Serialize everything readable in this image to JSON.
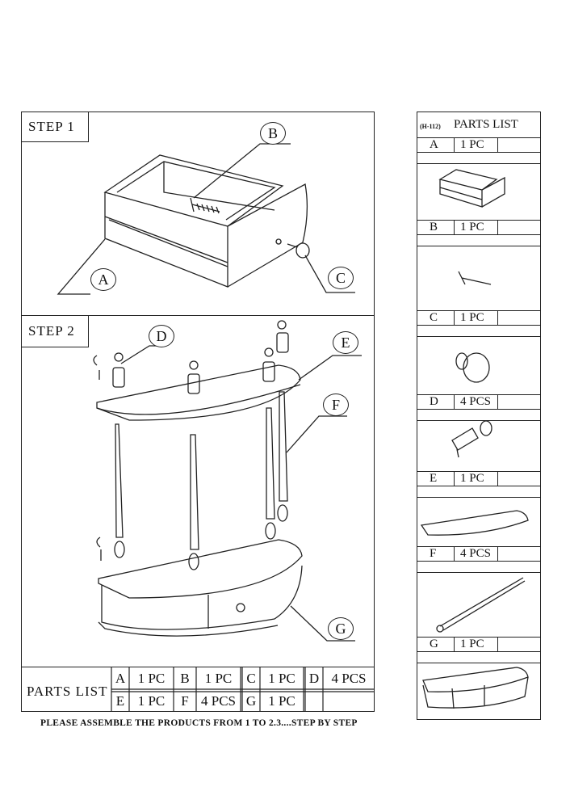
{
  "step1": {
    "title": "STEP 1",
    "callouts": [
      "B",
      "A",
      "C"
    ]
  },
  "step2": {
    "title": "STEP 2",
    "callouts": [
      "D",
      "E",
      "F",
      "G"
    ]
  },
  "parts_table": {
    "title": "PARTS LIST",
    "rows": [
      [
        {
          "letter": "A",
          "qty": "1 PC"
        },
        {
          "letter": "B",
          "qty": "1 PC"
        },
        {
          "letter": "C",
          "qty": "1 PC"
        },
        {
          "letter": "D",
          "qty": "4 PCS"
        }
      ],
      [
        {
          "letter": "E",
          "qty": "1 PC"
        },
        {
          "letter": "F",
          "qty": "4 PCS"
        },
        {
          "letter": "G",
          "qty": "1 PC"
        }
      ]
    ]
  },
  "footer": "PLEASE ASSEMBLE THE PRODUCTS FROM 1 TO 2.3....STEP BY STEP",
  "side_list": {
    "model": "(H-112)",
    "title": "PARTS LIST",
    "items": [
      {
        "letter": "A",
        "qty": "1 PC"
      },
      {
        "letter": "B",
        "qty": "1 PC"
      },
      {
        "letter": "C",
        "qty": "1 PC"
      },
      {
        "letter": "D",
        "qty": "4 PCS"
      },
      {
        "letter": "E",
        "qty": "1 PC"
      },
      {
        "letter": "F",
        "qty": "4 PCS"
      },
      {
        "letter": "G",
        "qty": "1 PC"
      }
    ]
  }
}
